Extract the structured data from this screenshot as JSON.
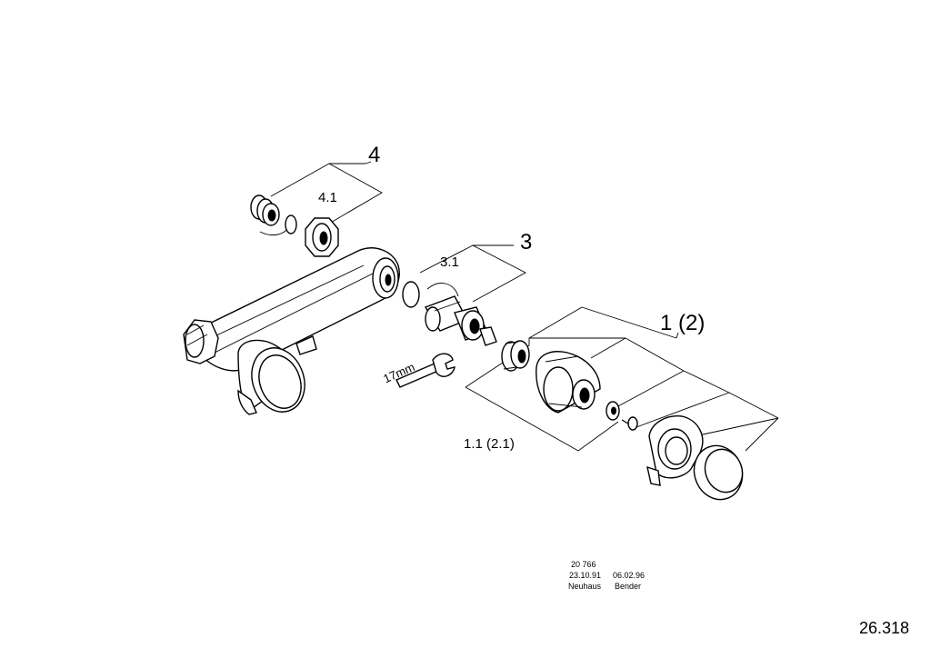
{
  "callouts": {
    "assembly_4": "4",
    "sub_4_1": "4.1",
    "assembly_3": "3",
    "sub_3_1": "3.1",
    "assembly_1": "1 (2)",
    "sub_1_1": "1.1 (2.1)"
  },
  "wrench_size": "17mm",
  "drawing_info": {
    "number": "20 766",
    "date_1": "23.10.91",
    "date_2": "06.02.96",
    "author_1": "Neuhaus",
    "author_2": "Bender"
  },
  "document_number": "26.318"
}
